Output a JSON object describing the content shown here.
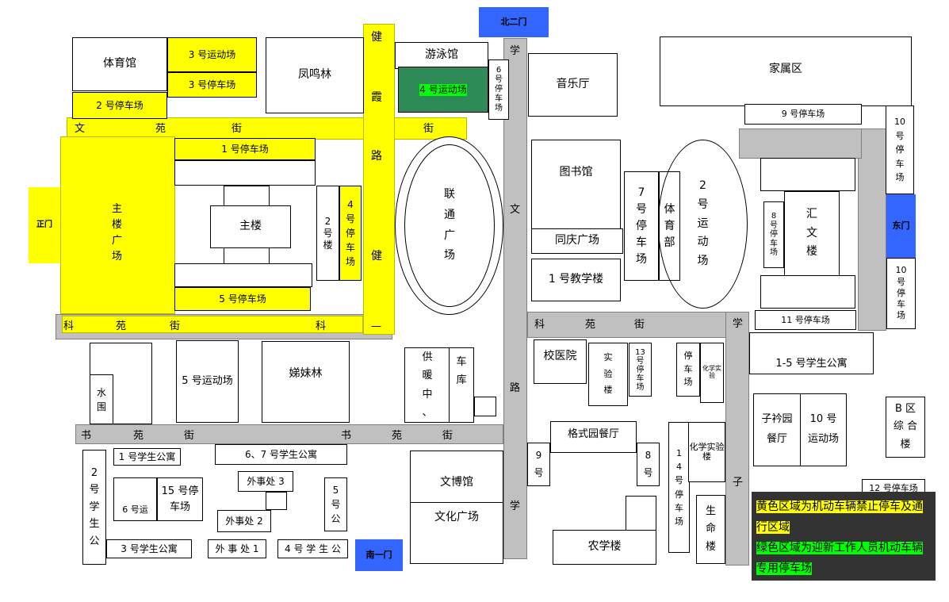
{
  "gates": {
    "north2": "北二门",
    "main": "正门",
    "east": "东门",
    "south1": "南一门"
  },
  "roads": {
    "wenyuan": [
      "文",
      "苑",
      "街",
      "街"
    ],
    "keyuan_left": [
      "科",
      "苑",
      "街",
      "科",
      "—"
    ],
    "keyuan_right": [
      "科",
      "苑",
      "街"
    ],
    "shuyuan": [
      "书",
      "苑",
      "街",
      "书",
      "苑",
      "街"
    ],
    "jianxia": [
      "健",
      "霞",
      "路",
      "健"
    ],
    "xuewen_top": "学",
    "xuewen_mid": [
      "文",
      "路",
      "学"
    ],
    "xuezi": [
      "学",
      "子"
    ]
  },
  "labels": {
    "tiyuguan": "体育馆",
    "yundong3": "3 号运动场",
    "tingche3": "3 号停车场",
    "tingche2": "2 号停车场",
    "fengminglin": "凤鸣林",
    "youyongguan": "游泳馆",
    "yundong4": "4 号运动场",
    "tingche6": "6\n号\n停\n车\n场",
    "yinyueting": "音乐厅",
    "jiashuqu": "家属区",
    "tingche9": "9 号停车场",
    "tingche10a": "10\n号\n停\n车\n场",
    "tingche1": "1 号停车场",
    "zhulouguangchang": "主\n楼\n广\n场",
    "zhulou": "主楼",
    "lou2": "2\n号\n楼",
    "tingche4": "4\n号\n停\n车\n场",
    "liantong": "联\n通\n广\n场",
    "tushuguan": "图书馆",
    "tongqing": "同庆广场",
    "jiaoxue1": "1 号教学楼",
    "tingche7": "7\n号\n停\n车\n场",
    "tiyubu": "体\n育\n部",
    "yundong2": "2\n号\n运\n动\n场",
    "tingche8": "8\n号\n停\n车\n场",
    "huiwen": "汇\n文\n楼",
    "tingche10b": "10\n号\n停\n车\n场",
    "tingche5": "5 号停车场",
    "tingche11": "11 号停车场",
    "shuiyuan": "水\n围",
    "yundong5": "5 号运动场",
    "dimeilin": "娣妹林",
    "gongnuan": "供\n暖\n中\n、",
    "cheku": "车\n库",
    "xiaoyiyuan": "校医院",
    "shiyanlou": "实\n验\n楼",
    "tingche13": "13\n号\n停\n车\n场",
    "tingche_small": "停\n车\n场",
    "huaxue_small": "化学实验",
    "sushe15": "1-5 号学生公寓",
    "zijinyuan": "子衿园\n餐厅",
    "yundong10": "10 号\n运动场",
    "bqu": "B 区\n综 合\n楼",
    "tingche12": "12 号停车场",
    "sushe1": "1 号学生公寓",
    "sushe67": "6、7 号学生公寓",
    "sushe2": "2\n号\n学\n生\n公",
    "waishi3": "外事处 3",
    "yundong6": "6 号运",
    "tingche15": "15 号停\n车场",
    "lou5": "5\n号\n公",
    "waishi2": "外事处 2",
    "sushe3": "3 号学生公寓",
    "waishi1": "外 事 处 1",
    "sushe4": "4 号 学 生 公",
    "wenboguan": "文博馆",
    "wenhuaguangchang": "文化广场",
    "geshiyuan": "格式园餐厅",
    "hao9": "9\n号",
    "hao8": "8\n号",
    "tingche14": "1\n4\n号\n停\n车\n场",
    "huaxueshiyanlou": "化学实验楼",
    "shengminglou": "生\n命\n楼",
    "nongxuelou": "农学楼"
  },
  "legend": {
    "yellow_text": "黄色区域为机动车辆禁止停车及通行区域",
    "green_text": "绿色区域为迎新工作人员机动车辆专用停车场"
  },
  "colors": {
    "yellow": "#ffff00",
    "green_zone": "#2e8b57",
    "gate": "#3366ff",
    "road": "#c0c0c0",
    "legend_bg": "#333333",
    "legend_green": "#00ff00"
  }
}
